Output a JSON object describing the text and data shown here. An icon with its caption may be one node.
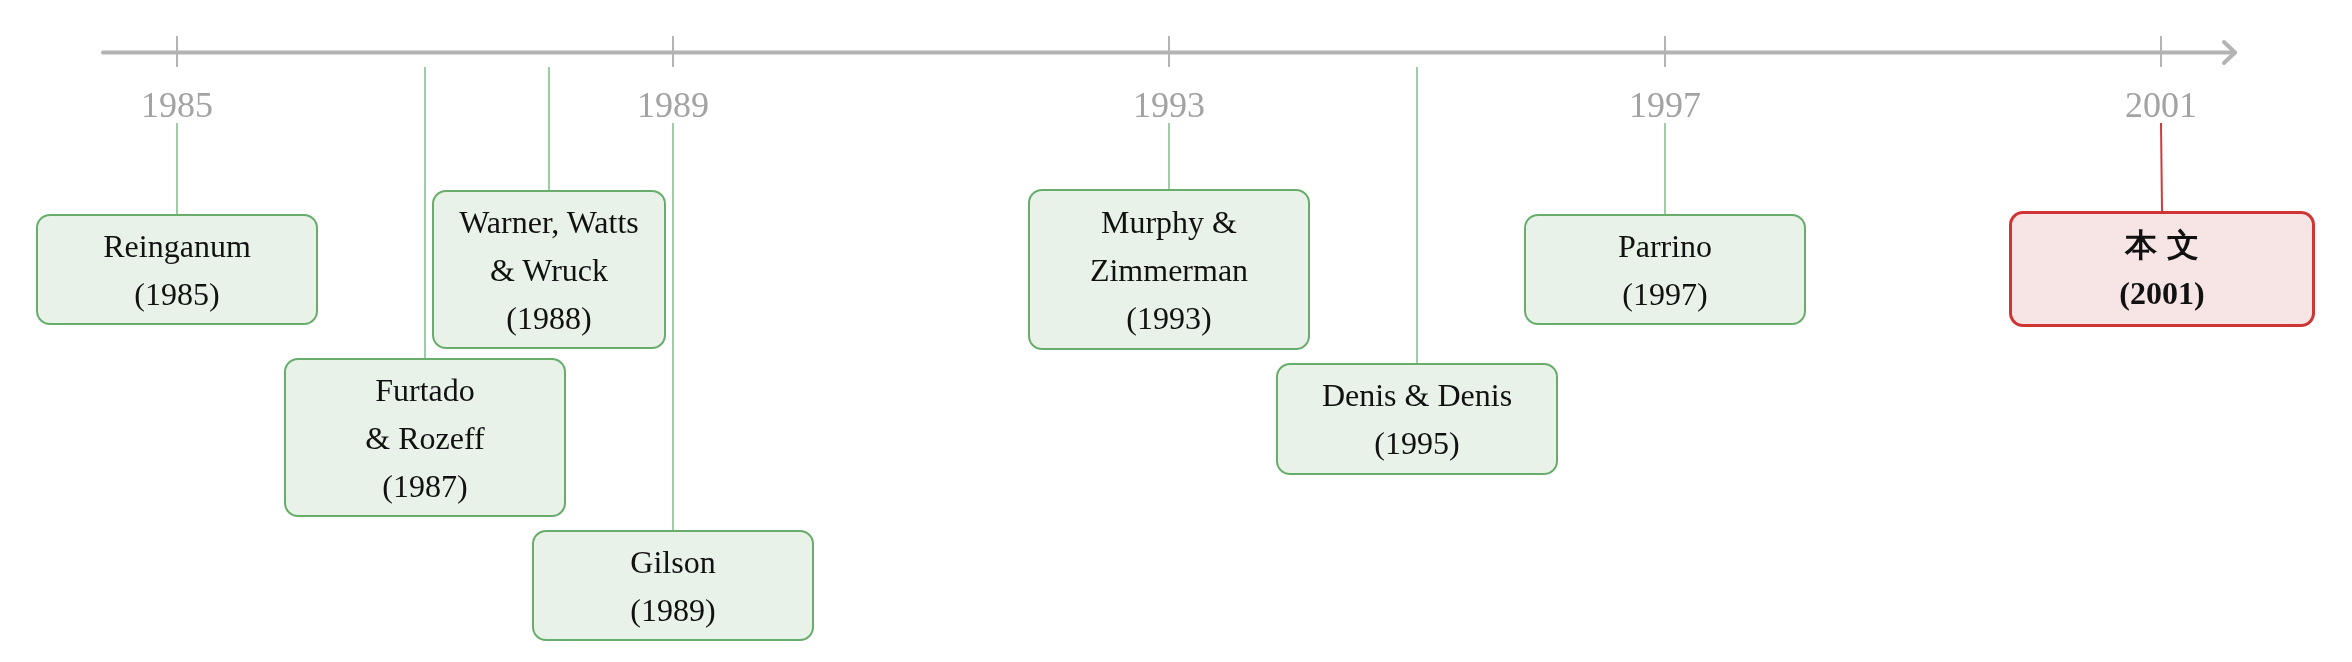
{
  "diagram": {
    "nodes": [
      {
        "text": [
          "1985"
        ]
      },
      {
        "text": [
          "1989"
        ]
      },
      {
        "text": [
          "1993"
        ]
      },
      {
        "text": [
          "1997"
        ]
      },
      {
        "text": [
          "2001"
        ]
      },
      {
        "text": [
          "Reinganum",
          "(1985)"
        ]
      },
      {
        "text": [
          "Furtado & Rozeff",
          "(1987)"
        ]
      },
      {
        "text": [
          "Warner, Watts & Wruck",
          "(1988)"
        ]
      },
      {
        "text": [
          "Gilson",
          "(1989)"
        ]
      },
      {
        "text": [
          "Murphy & Zimmerman",
          "(1993)"
        ]
      },
      {
        "text": [
          "Denis & Denis",
          "(1995)"
        ]
      },
      {
        "text": [
          "Parrino",
          "(1997)"
        ]
      },
      {
        "text": [
          "本文",
          "(2001)"
        ]
      }
    ],
    "edges": [
      {
        "from": 0,
        "to": 5,
        "arrow": "none"
      },
      {
        "from": null,
        "to": 6,
        "arrow": "none"
      },
      {
        "from": null,
        "to": 7,
        "arrow": "none"
      },
      {
        "from": 1,
        "to": 8,
        "arrow": "none"
      },
      {
        "from": 2,
        "to": 9,
        "arrow": "none"
      },
      {
        "from": null,
        "to": 10,
        "arrow": "none"
      },
      {
        "from": 3,
        "to": 11,
        "arrow": "none"
      },
      {
        "from": 4,
        "to": 12,
        "arrow": "none",
        "color": "#d33a3a"
      }
    ]
  }
}
